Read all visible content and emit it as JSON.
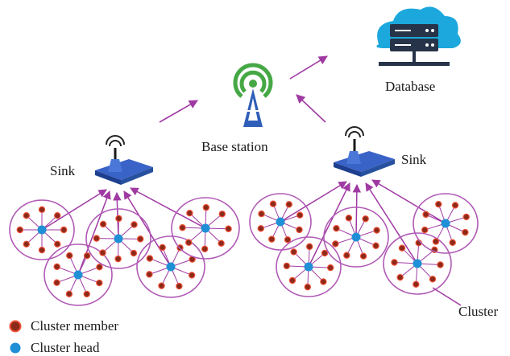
{
  "labels": {
    "database": "Database",
    "base_station": "Base station",
    "sink_left": "Sink",
    "sink_right": "Sink",
    "cluster": "Cluster"
  },
  "legend": {
    "member": "Cluster member",
    "head": "Cluster head"
  },
  "colors": {
    "arrow": "#a03aa3",
    "cluster_outline": "#b05ab5",
    "member_fill": "#8b2a1a",
    "member_ring": "#ef4f35",
    "head_fill": "#1f8fd6",
    "signal_green": "#45a845",
    "tower_blue": "#2f5fb8",
    "router_blue": "#3a63c8",
    "cloud_blue": "#1ca8dc",
    "server_dark": "#263348"
  }
}
